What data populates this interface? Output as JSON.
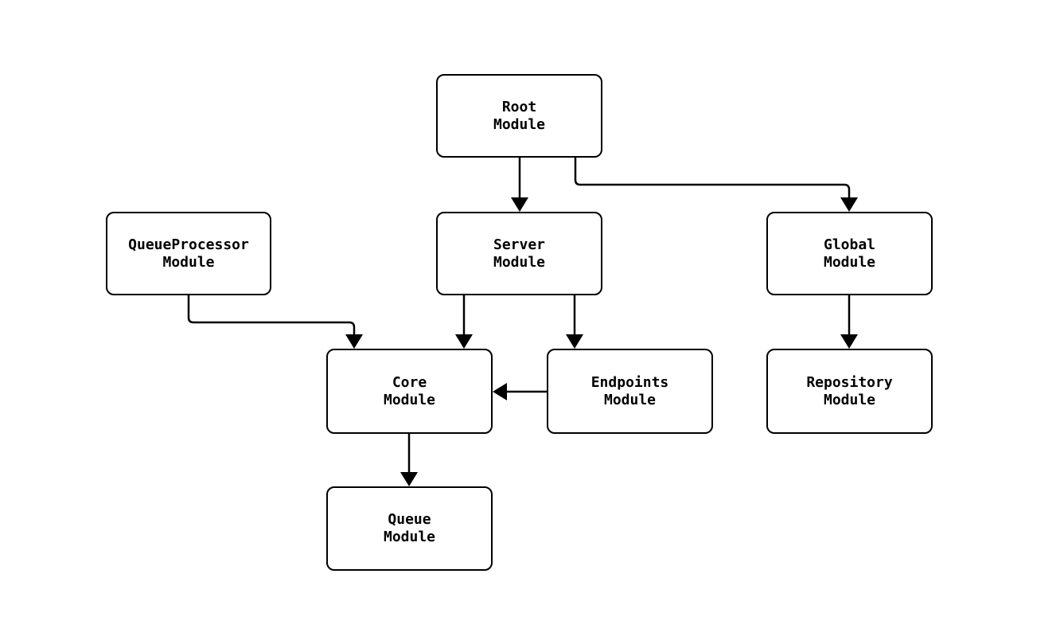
{
  "diagram": {
    "type": "module-dependency-graph",
    "background_color": "#ffffff",
    "node_border_color": "#000000",
    "node_fill_color": "#ffffff",
    "edge_color": "#000000",
    "text_color": "#000000",
    "nodes": {
      "root": {
        "line1": "Root",
        "line2": "Module"
      },
      "queueprocessor": {
        "line1": "QueueProcessor",
        "line2": "Module"
      },
      "server": {
        "line1": "Server",
        "line2": "Module"
      },
      "global": {
        "line1": "Global",
        "line2": "Module"
      },
      "core": {
        "line1": "Core",
        "line2": "Module"
      },
      "endpoints": {
        "line1": "Endpoints",
        "line2": "Module"
      },
      "repository": {
        "line1": "Repository",
        "line2": "Module"
      },
      "queue": {
        "line1": "Queue",
        "line2": "Module"
      }
    },
    "edges": [
      {
        "from": "root",
        "to": "server"
      },
      {
        "from": "root",
        "to": "global"
      },
      {
        "from": "queueprocessor",
        "to": "core"
      },
      {
        "from": "server",
        "to": "core"
      },
      {
        "from": "server",
        "to": "endpoints"
      },
      {
        "from": "endpoints",
        "to": "core"
      },
      {
        "from": "global",
        "to": "repository"
      },
      {
        "from": "core",
        "to": "queue"
      }
    ]
  }
}
